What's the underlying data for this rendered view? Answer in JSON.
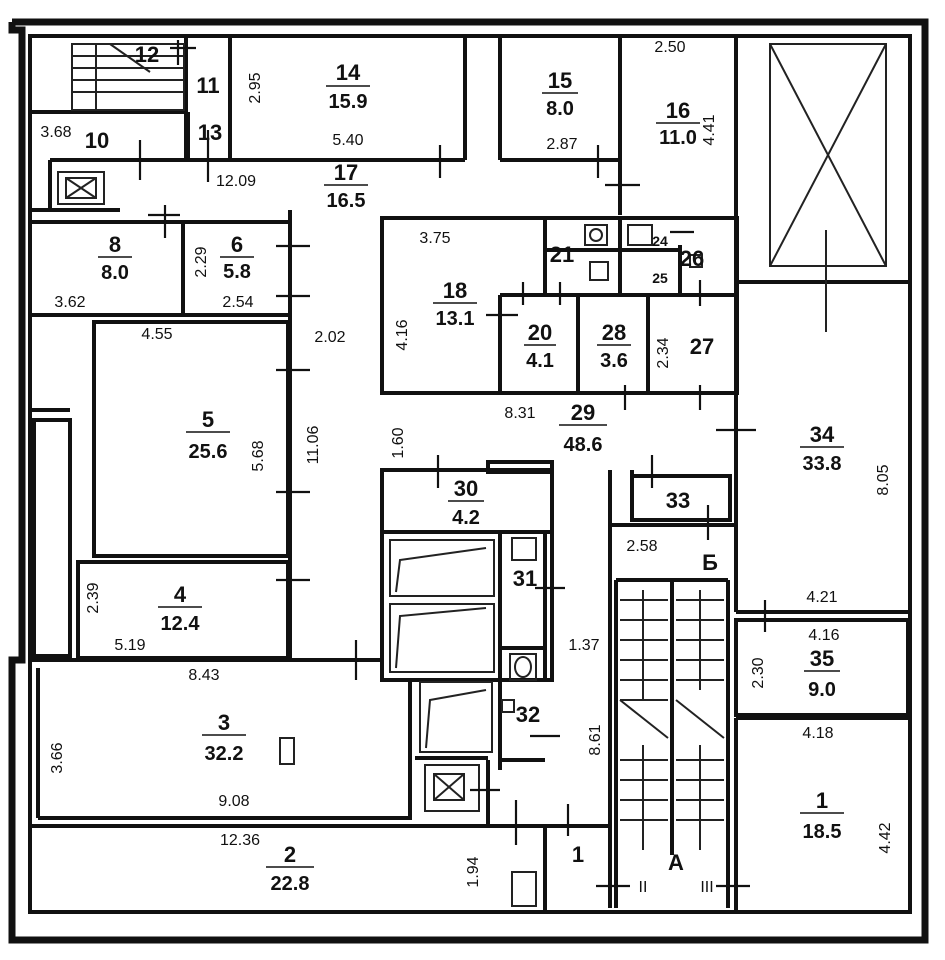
{
  "rooms": [
    {
      "number": "12",
      "area": ""
    },
    {
      "number": "11",
      "area": ""
    },
    {
      "number": "13",
      "area": ""
    },
    {
      "number": "10",
      "area": ""
    },
    {
      "number": "14",
      "area": "15.9"
    },
    {
      "number": "15",
      "area": "8.0"
    },
    {
      "number": "16",
      "area": "11.0"
    },
    {
      "number": "17",
      "area": "16.5"
    },
    {
      "number": "8",
      "area": "8.0"
    },
    {
      "number": "6",
      "area": "5.8"
    },
    {
      "number": "18",
      "area": "13.1"
    },
    {
      "number": "21",
      "area": ""
    },
    {
      "number": "24",
      "area": ""
    },
    {
      "number": "25",
      "area": ""
    },
    {
      "number": "26",
      "area": ""
    },
    {
      "number": "20",
      "area": "4.1"
    },
    {
      "number": "28",
      "area": "3.6"
    },
    {
      "number": "27",
      "area": ""
    },
    {
      "number": "5",
      "area": "25.6"
    },
    {
      "number": "29",
      "area": "48.6"
    },
    {
      "number": "34",
      "area": "33.8"
    },
    {
      "number": "30",
      "area": "4.2"
    },
    {
      "number": "33",
      "area": ""
    },
    {
      "number": "31",
      "area": ""
    },
    {
      "number": "4",
      "area": "12.4"
    },
    {
      "number": "35",
      "area": "9.0"
    },
    {
      "number": "3",
      "area": "32.2"
    },
    {
      "number": "32",
      "area": ""
    },
    {
      "number": "1",
      "area": "18.5"
    },
    {
      "number": "2",
      "area": "22.8"
    },
    {
      "number": "1",
      "area": ""
    }
  ],
  "dimensions": [
    "2.95",
    "5.40",
    "2.50",
    "2.87",
    "4.41",
    "3.68",
    "12.09",
    "2.29",
    "3.62",
    "2.54",
    "3.75",
    "4.16",
    "2.34",
    "8.31",
    "4.55",
    "2.02",
    "5.68",
    "11.06",
    "1.60",
    "2.58",
    "8.05",
    "2.39",
    "5.19",
    "4.21",
    "4.16",
    "1.37",
    "8.43",
    "2.30",
    "3.66",
    "8.61",
    "4.18",
    "9.08",
    "12.36",
    "1.94",
    "4.42"
  ],
  "markers": [
    "Б",
    "A",
    "II",
    "III"
  ]
}
